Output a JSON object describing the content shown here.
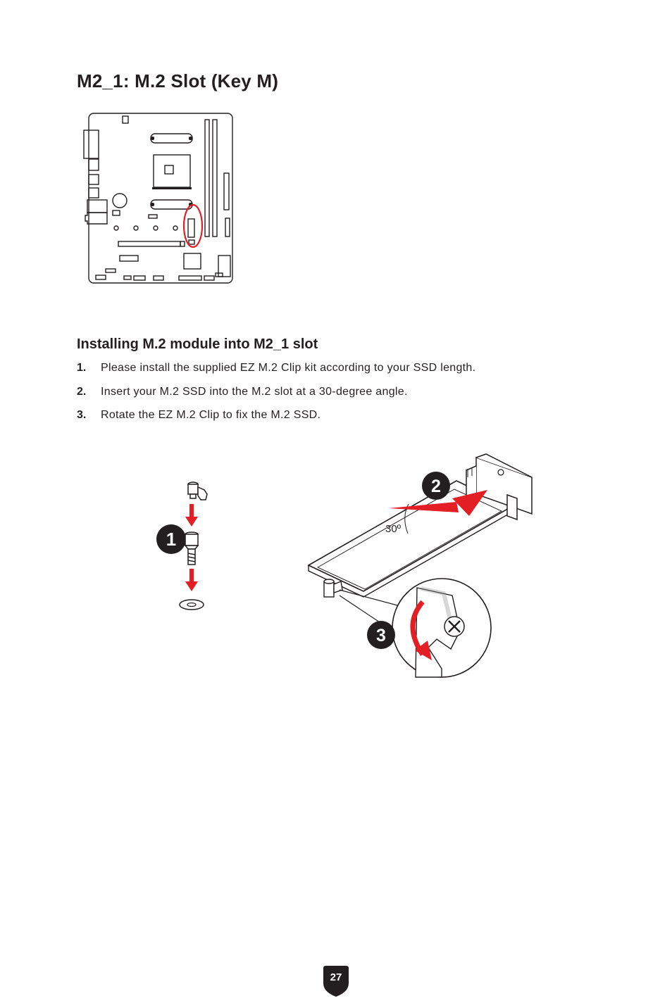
{
  "page": {
    "title": "M2_1: M.2 Slot (Key M)",
    "page_number": "27",
    "accent_color": "#e31e24"
  },
  "section": {
    "heading": "Installing M.2 module into M2_1 slot",
    "steps": [
      {
        "num": "1.",
        "text": "Please install the supplied EZ M.2 Clip kit according to your SSD length."
      },
      {
        "num": "2.",
        "text": "Insert your M.2 SSD into the M.2 slot at a 30-degree angle."
      },
      {
        "num": "3.",
        "text": "Rotate the EZ M.2 Clip to fix the M.2 SSD."
      }
    ]
  },
  "illustration": {
    "angle_label": "30º",
    "step_badges": [
      "1",
      "2",
      "3"
    ]
  }
}
